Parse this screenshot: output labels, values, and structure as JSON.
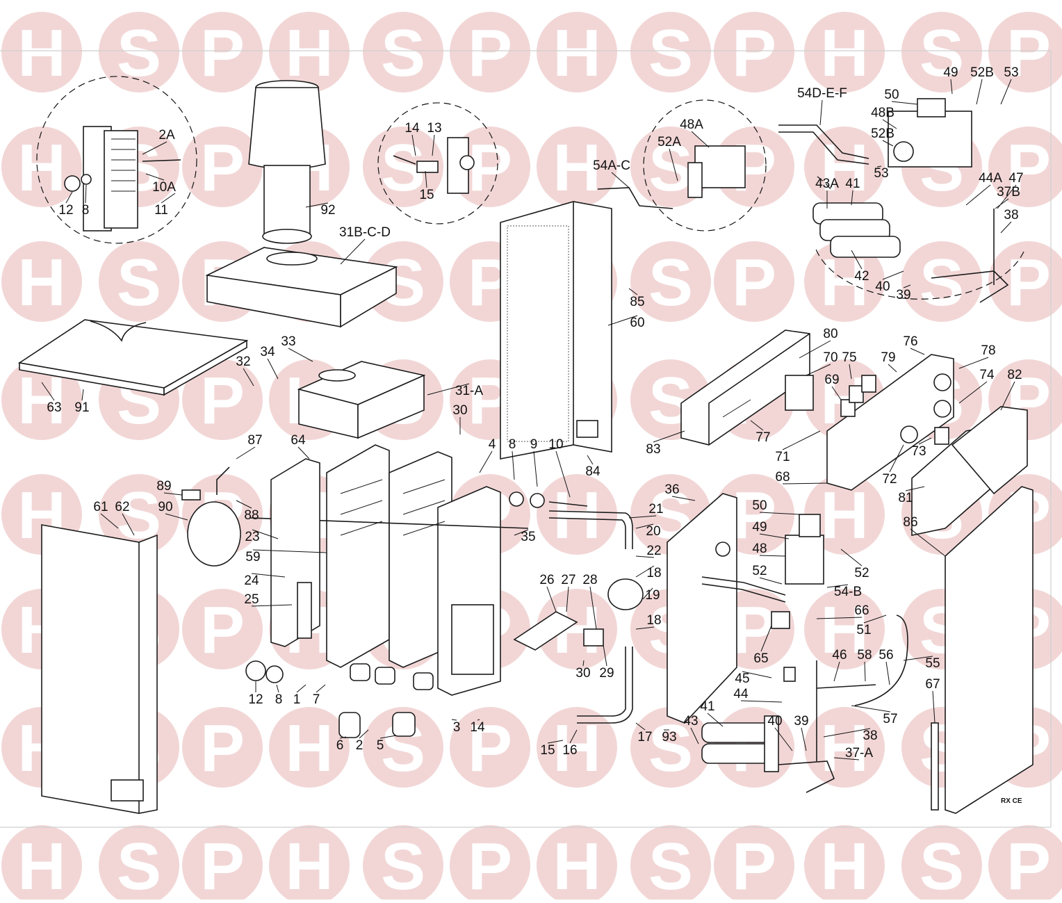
{
  "watermark": {
    "letters": [
      "H",
      "S",
      "P"
    ],
    "colors": {
      "tile": "#f2d6d6",
      "letter": "#ffffff"
    }
  },
  "diagram": {
    "type": "exploded-parts-diagram",
    "drawing_code": "RX CE",
    "callouts": [
      "2A",
      "10A",
      "11",
      "12",
      "8",
      "14",
      "13",
      "15",
      "92",
      "31B-C-D",
      "54A-C",
      "52A",
      "48A",
      "54D-E-F",
      "50",
      "49",
      "52B",
      "53",
      "48B",
      "52B",
      "53",
      "44A",
      "47",
      "37B",
      "43A",
      "41",
      "38",
      "42",
      "40",
      "39",
      "85",
      "60",
      "63",
      "91",
      "32",
      "34",
      "33",
      "31-A",
      "30",
      "87",
      "64",
      "4",
      "8",
      "9",
      "10",
      "89",
      "88",
      "90",
      "61",
      "62",
      "23",
      "59",
      "35",
      "24",
      "25",
      "12",
      "8",
      "1",
      "7",
      "2",
      "6",
      "5",
      "3",
      "14",
      "26",
      "27",
      "28",
      "29",
      "30",
      "21",
      "20",
      "22",
      "18",
      "19",
      "18",
      "15",
      "16",
      "17",
      "93",
      "36",
      "80",
      "70",
      "75",
      "69",
      "79",
      "76",
      "78",
      "74",
      "82",
      "83",
      "77",
      "71",
      "73",
      "72",
      "68",
      "81",
      "86",
      "84",
      "50",
      "49",
      "48",
      "52",
      "52",
      "54-B",
      "66",
      "65",
      "51",
      "55",
      "46",
      "58",
      "56",
      "45",
      "44",
      "57",
      "67",
      "43",
      "41",
      "40",
      "39",
      "38",
      "37-A"
    ]
  }
}
